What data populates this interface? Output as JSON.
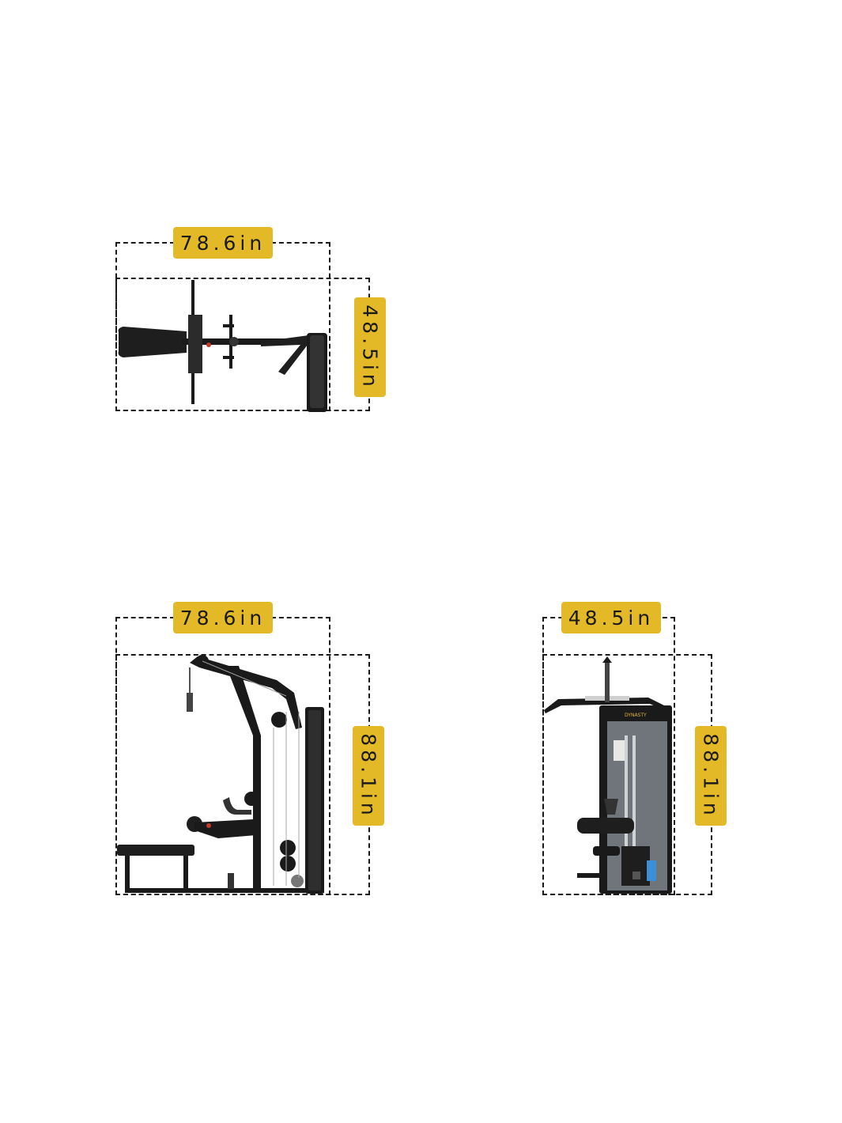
{
  "views": {
    "top": {
      "width_label": "78.6in",
      "depth_label": "48.5in"
    },
    "side": {
      "width_label": "78.6in",
      "height_label": "88.1in"
    },
    "front": {
      "width_label": "48.5in",
      "height_label": "88.1in",
      "brand": "DYNASTY"
    }
  },
  "colors": {
    "accent": "#e3b928",
    "frame": "#1a1a1a",
    "upholstery": "#2a2a2a",
    "weight_stack": "#6f757a",
    "accessory_blue": "#3c8fd6"
  }
}
